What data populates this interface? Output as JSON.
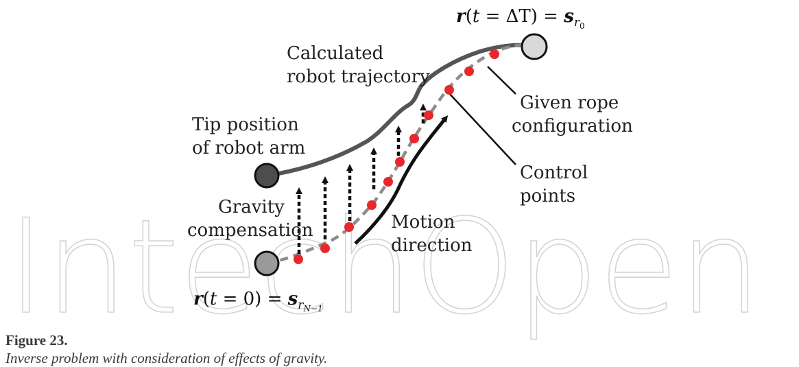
{
  "labels": {
    "calculated_l1": "Calculated",
    "calculated_l2": "robot trajectory",
    "tip_l1": "Tip position",
    "tip_l2": "of robot arm",
    "given_l1": "Given rope",
    "given_l2": "configuration",
    "control_l1": "Control",
    "control_l2": "points",
    "gravity_l1": "Gravity",
    "gravity_l2": "compensation",
    "motion_l1": "Motion",
    "motion_l2": "direction"
  },
  "math": {
    "top": {
      "bold": "r",
      "open": "(",
      "var": "t",
      "eq_val": " = ΔT",
      "close": ")",
      "rhs_eq": " = ",
      "rhs_bold": "s",
      "sub": "r",
      "subsub": "0"
    },
    "bottom": {
      "bold": "r",
      "open": "(",
      "var": "t",
      "eq_val": " = 0",
      "close": ")",
      "rhs_eq": " = ",
      "rhs_bold": "s",
      "sub": "r",
      "subsub": "N−1"
    }
  },
  "watermark": "IntechOpen",
  "caption": {
    "title": "Figure 23.",
    "text": "Inverse problem with consideration of effects of gravity."
  },
  "colors": {
    "control_point": "#e8262b",
    "rope_dashed": "#8c8c8c",
    "robot_trajectory": "#555555",
    "tip_node": "#4d4d4d",
    "start_node": "#9a9a9a",
    "end_node": "#d9d9d9"
  }
}
